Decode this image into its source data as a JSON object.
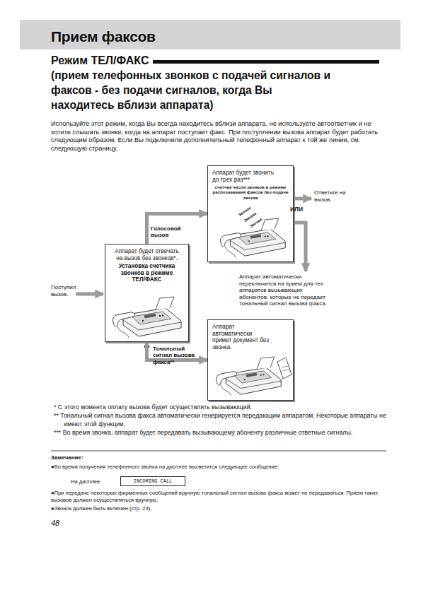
{
  "diagram": {
    "title": "Прием факсов",
    "nodes": [
      {
        "text": [
          "Аппарат будет отвечать на вызов без звонков*.",
          "Установка счетчика звонков в режиме ТЕЛ/ФАКС"
        ]
      },
      {
        "text": [
          "Аппарат будет звонить до трех раз***",
          "счетчик числа звонков в режиме распознавания факсов без подачи звонка",
          "Звонок",
          "Звонок",
          "Звонок"
        ]
      },
      {
        "text": [
          "Аппарат автоматически примет документ без звонка."
        ]
      },
      {
        "text": [
          "INCOMING CALL"
        ]
      }
    ],
    "edges": [
      {
        "from": 0,
        "to": 1,
        "label": "Голосовой вызов",
        "arrow": "to"
      },
      {
        "from": 0,
        "to": 2,
        "label": "Тональный сигнал вызова факса**",
        "arrow": "to"
      }
    ],
    "labels": [
      "Режим ТЕЛ/ФАКС",
      "(прием телефонных звонков с подачей сигналов и факсов - без подачи сигналов, когда Вы находитесь вблизи аппарата)",
      "Используйте этот режим, когда Вы всегда находитесь вблизи аппарата, не используете автоответчик и не хотите слышать звонки, когда на аппарат поступает факс. При поступлении вызова аппарат будет работать следующим образом. Если Вы подключили дополнительный телефонный аппарат к той же линии, см. следующую страницу.",
      "Поступил вызов.",
      "Ответьте на вызов.",
      "ИЛИ",
      "Аппарат автоматически переключится на прием для тех аппаратов вызывающих абонентов, которые не передает тональный сигнал вызова факса.",
      "* С этого момента оплату вызова будет осуществлять вызывающий.",
      "** Тональный сигнал вызова факса автоматически генерируется передающим аппаратом. Некоторые аппараты не имеют этой функции.",
      "*** Во время звонка, аппарат будет передавать вызывающему абоненту различные ответные сигналы.",
      "Замечание:",
      "●Во время получения телефонного звонка на дисплее высветится следующее сообщение:",
      "На дисплее:",
      "●При передаче некоторых фирменных сообщений вручную тональный сигнал вызова факса может не передаваться. Прием таких вызовов должен осуществляться вручную.",
      "●Звонок должен быть включен (стр. 23).",
      "48"
    ]
  }
}
